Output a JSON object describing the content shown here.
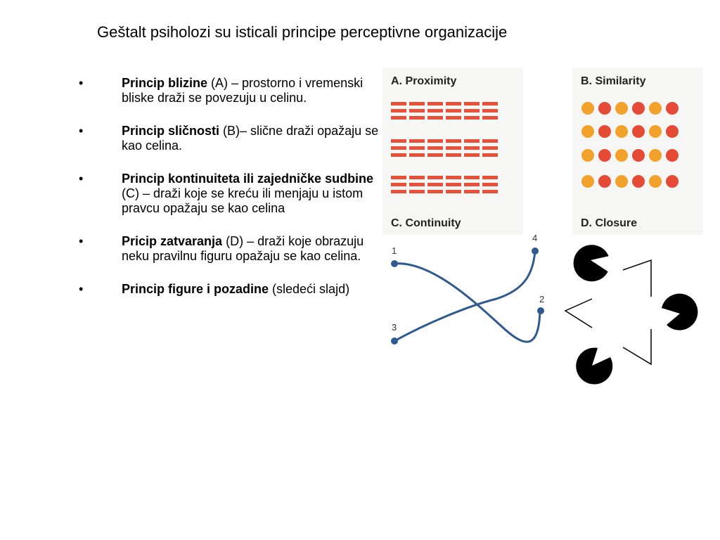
{
  "title": "Geštalt psiholozi su isticali principe perceptivne organizacije",
  "bullets": [
    {
      "term": "Princip blizine",
      "text": " (A) – prostorno i vremenski bliske draži se povezuju u celinu."
    },
    {
      "term": "Princip sličnosti",
      "text": " (B)– slične draži opažaju se kao celina."
    },
    {
      "term": "Princip kontinuiteta ili zajedničke sudbine",
      "text": " (C) – draži koje se kreću ili menjaju u istom pravcu opažaju se kao celina"
    },
    {
      "term": "Pricip zatvaranja",
      "text": " (D) – draži koje obrazuju neku pravilnu figuru opažaju se kao celina."
    },
    {
      "term": "Princip figure i pozadine",
      "text": " (sledeći slajd)"
    }
  ],
  "bullet_symbol": "•",
  "figure": {
    "panel_a": "A. Proximity",
    "panel_b": "B. Similarity",
    "panel_c": "C. Continuity",
    "panel_d": "D. Closure",
    "continuity_points": [
      "1",
      "2",
      "3",
      "4"
    ]
  },
  "colors": {
    "dash": "#e8503a",
    "dot_orange": "#f2a22a",
    "dot_red": "#e44a35",
    "curve": "#2f5a8f",
    "closure": "#000000"
  }
}
